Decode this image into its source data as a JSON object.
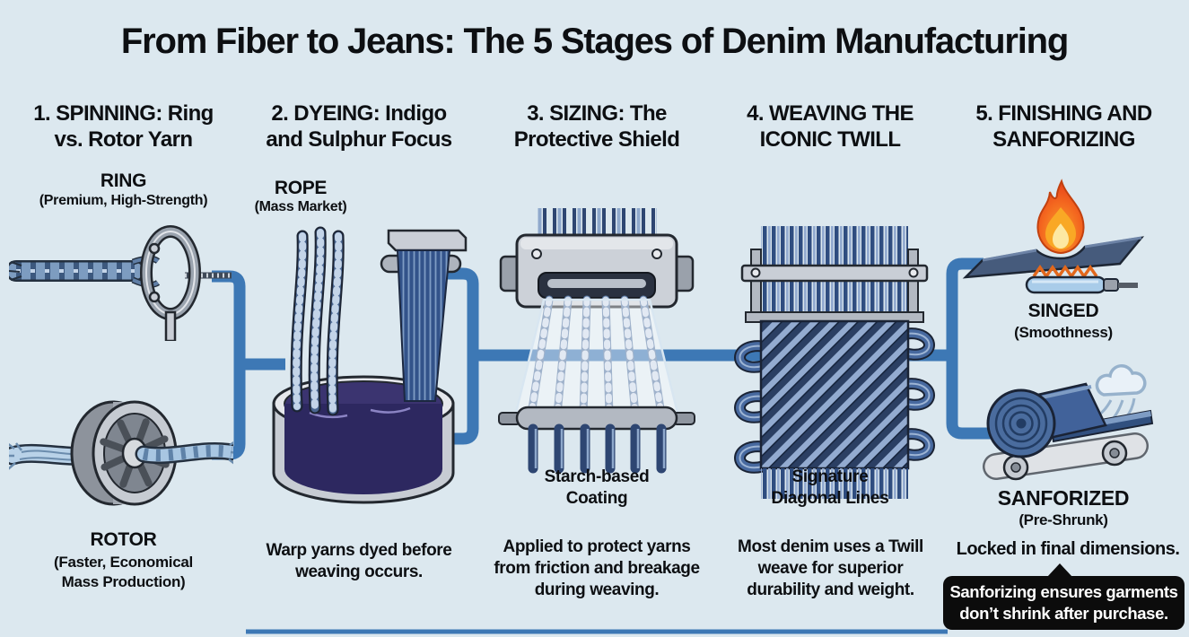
{
  "title": "From Fiber to Jeans: The 5 Stages of Denim Manufacturing",
  "stages": [
    {
      "heading": "1. SPINNING: Ring\nvs. Rotor Yarn",
      "ring_label": "RING",
      "ring_sublabel": "(Premium, High-Strength)",
      "rotor_label": "ROTOR",
      "rotor_sublabel": "(Faster, Economical\nMass Production)"
    },
    {
      "heading": "2. DYEING: Indigo\nand Sulphur Focus",
      "rope_label": "ROPE",
      "rope_sublabel": "(Mass Market)",
      "caption": "Warp yarns dyed before\nweaving occurs."
    },
    {
      "heading": "3. SIZING: The\nProtective Shield",
      "label": "Starch-based\nCoating",
      "caption": "Applied to protect yarns\nfrom friction and breakage\nduring weaving."
    },
    {
      "heading": "4. WEAVING THE\nICONIC TWILL",
      "label": "Signature\nDiagonal Lines",
      "caption": "Most denim uses a Twill\nweave for superior\ndurability and weight."
    },
    {
      "heading": "5. FINISHING AND\nSANFORIZING",
      "singed_label": "SINGED",
      "singed_sublabel": "(Smoothness)",
      "sanforized_label": "SANFORIZED",
      "sanforized_sublabel": "(Pre-Shrunk)",
      "caption": "Locked in final dimensions.",
      "tooltip": "Sanforizing ensures garments\ndon’t shrink after purchase."
    }
  ],
  "colors": {
    "background": "#dce8ef",
    "connector_blue": "#3d78b5",
    "indigo_vat": "#2e2960",
    "denim_navy": "#2c4066",
    "yarn_light_blue": "#b9d2e8",
    "flame_orange": "#f15a22",
    "tooltip_bg": "#0c0c0c",
    "tooltip_text": "#ffffff",
    "text": "#0d0f12"
  }
}
